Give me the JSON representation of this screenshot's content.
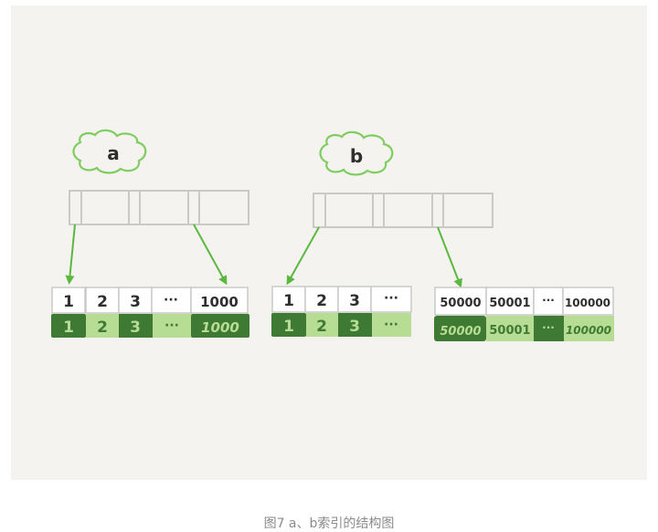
{
  "caption": "图7 a、b索引的结构图",
  "colors": {
    "background": "#f4f3ef",
    "dark_green": "#3f7a34",
    "light_green": "#b7dd94",
    "arrow_green": "#5bb83f",
    "cloud_green": "#7fcc60",
    "grid_gray": "#c9c9c7"
  },
  "index_a": {
    "label": "a",
    "leaf_top": [
      "1",
      "2",
      "3",
      "···",
      "1000"
    ],
    "leaf_bottom": [
      "1",
      "2",
      "3",
      "···",
      "1000"
    ]
  },
  "index_b": {
    "label": "b",
    "leaf1_top": [
      "1",
      "2",
      "3",
      "···"
    ],
    "leaf1_bottom": [
      "1",
      "2",
      "3",
      "···"
    ],
    "leaf2_top": [
      "50000",
      "50001",
      "···",
      "100000"
    ],
    "leaf2_bottom": [
      "50000",
      "50001",
      "···",
      "100000"
    ]
  }
}
